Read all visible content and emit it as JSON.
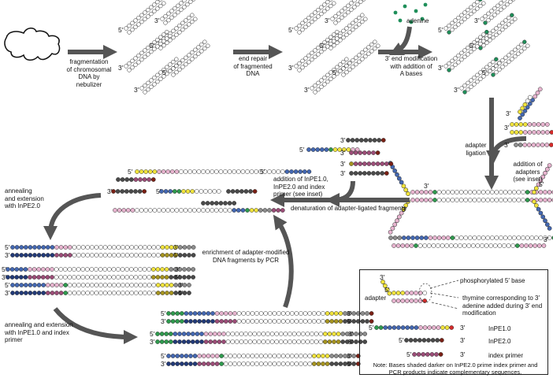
{
  "colors": {
    "blue": "#4468b2",
    "pink": "#e7b4cf",
    "yellow": "#f0e33c",
    "green": "#2f9a4e",
    "red": "#d32c2b",
    "grey": "#8d8d8d",
    "dark_blue": "#223a78",
    "dark_pink": "#9c4d78",
    "dark_yellow": "#a69420",
    "dark_grey": "#4a4a4a",
    "dark_red": "#7a2015",
    "arrow": "#555555",
    "adenine": "#1f8f5a"
  },
  "labels": {
    "fragmentation": "fragmentation\nof chromosomal\nDNA by\nnebulizer",
    "end_repair": "end repair\nof fragmented\nDNA",
    "adenine": "adenine",
    "end_modification": "3′ end modification\nwith addition of\nA bases",
    "adapter_ligation": "adapter\nligation",
    "addition_adapters": "addition of\nadapters\n(see inset)",
    "addition_inpe": "addition of InPE1.0,\nInPE2.0 and index\nprimer (see inset)",
    "denaturation": "denaturation of adapter-ligated fragments",
    "annealing_inpe2": "annealing\nand extension\nwith InPE2.0",
    "enrichment": "enrichment of adapter-modified\nDNA fragments by PCR",
    "annealing_inpe1": "annealing and extension\nwith InPE1.0 and index\nprimer"
  },
  "ends": {
    "five": "5′",
    "three": "3′"
  },
  "inset": {
    "adapter": "adapter",
    "phosphorylated": "phosphorylated 5′ base",
    "thymine": "thymine corresponding to 3′\nadenine added during 3′ end\nmodification",
    "inpe1": "InPE1.0",
    "inpe2": "InPE2.0",
    "index_primer": "index primer",
    "note": "Note: Bases shaded darker on InPE2.0 prime index primer and\nPCR products indicate complementary sequences."
  }
}
